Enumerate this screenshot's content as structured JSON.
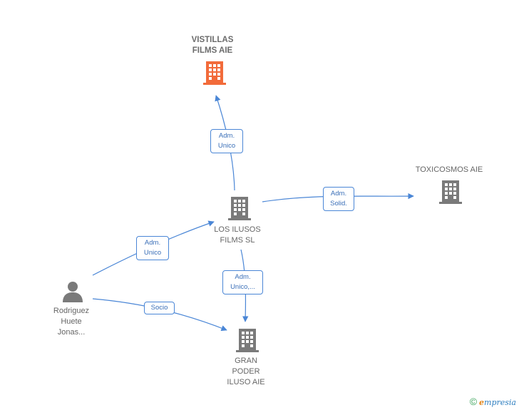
{
  "nodes": {
    "vistillas": {
      "label": "VISTILLAS\nFILMS AIE",
      "type": "company",
      "color": "#f26b3a"
    },
    "toxicosmos": {
      "label": "TOXICOSMOS AIE",
      "type": "company",
      "color": "#7a7a7a"
    },
    "ilusos": {
      "label": "LOS ILUSOS\nFILMS  SL",
      "type": "company",
      "color": "#7a7a7a"
    },
    "gran_poder": {
      "label": "GRAN\nPODER\nILUSO AIE",
      "type": "company",
      "color": "#7a7a7a"
    },
    "rodriguez": {
      "label": "Rodriguez\nHuete\nJonas...",
      "type": "person",
      "color": "#7a7a7a"
    }
  },
  "edges": {
    "ilusos_vistillas": {
      "label": "Adm.\nUnico"
    },
    "ilusos_toxicosmos": {
      "label": "Adm.\nSolid."
    },
    "rodriguez_ilusos": {
      "label": "Adm.\nUnico"
    },
    "ilusos_granpoder": {
      "label": "Adm.\nUnico,..."
    },
    "rodriguez_granpoder": {
      "label": "Socio"
    }
  },
  "colors": {
    "edge": "#4a86d6",
    "highlight": "#f26b3a",
    "neutral": "#7a7a7a"
  },
  "footer": {
    "copyright_symbol": "©",
    "brand_initial": "e",
    "brand_rest": "mpresia"
  }
}
